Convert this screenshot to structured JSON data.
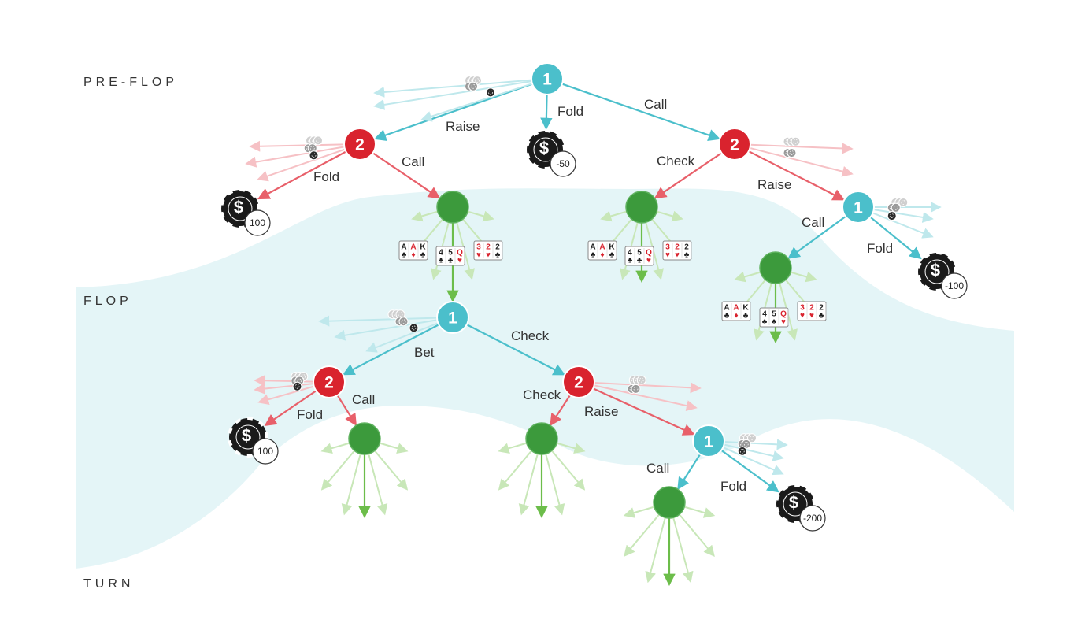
{
  "stages": [
    {
      "id": "preflop",
      "label": "PRE-FLOP"
    },
    {
      "id": "flop",
      "label": "FLOP"
    },
    {
      "id": "turn",
      "label": "TURN"
    }
  ],
  "colors": {
    "player1": "#4bbfcb",
    "player2": "#d9232e",
    "chance": "#3c9a3c",
    "chip": "#1a1a1a",
    "band": "#e4f5f7",
    "edge1": "#4bbfcb",
    "edge2": "#e8606a",
    "edgeChance": "#6cbd4a"
  },
  "nodes": [
    {
      "id": "p1a",
      "type": "player",
      "player": "1"
    },
    {
      "id": "p2a",
      "type": "player",
      "player": "2"
    },
    {
      "id": "p2b",
      "type": "player",
      "player": "2"
    },
    {
      "id": "p1b",
      "type": "player",
      "player": "1"
    },
    {
      "id": "c1",
      "type": "chance"
    },
    {
      "id": "c2",
      "type": "chance"
    },
    {
      "id": "c3",
      "type": "chance"
    },
    {
      "id": "p1c",
      "type": "player",
      "player": "1"
    },
    {
      "id": "p2c",
      "type": "player",
      "player": "2"
    },
    {
      "id": "p2d",
      "type": "player",
      "player": "2"
    },
    {
      "id": "p1d",
      "type": "player",
      "player": "1"
    },
    {
      "id": "c4",
      "type": "chance"
    },
    {
      "id": "c5",
      "type": "chance"
    },
    {
      "id": "c6",
      "type": "chance"
    },
    {
      "id": "t1",
      "type": "terminal",
      "payoff": "-50"
    },
    {
      "id": "t2",
      "type": "terminal",
      "payoff": "100"
    },
    {
      "id": "t3",
      "type": "terminal",
      "payoff": "-100"
    },
    {
      "id": "t4",
      "type": "terminal",
      "payoff": "100"
    },
    {
      "id": "t5",
      "type": "terminal",
      "payoff": "-200"
    }
  ],
  "edges": [
    {
      "from": "p1a",
      "to": "p2a",
      "label": "Raise"
    },
    {
      "from": "p1a",
      "to": "t1",
      "label": "Fold"
    },
    {
      "from": "p1a",
      "to": "p2b",
      "label": "Call"
    },
    {
      "from": "p2a",
      "to": "t2",
      "label": "Fold"
    },
    {
      "from": "p2a",
      "to": "c1",
      "label": "Call"
    },
    {
      "from": "p2b",
      "to": "c2",
      "label": "Check"
    },
    {
      "from": "p2b",
      "to": "p1b",
      "label": "Raise"
    },
    {
      "from": "p1b",
      "to": "c3",
      "label": "Call"
    },
    {
      "from": "p1b",
      "to": "t3",
      "label": "Fold"
    },
    {
      "from": "c1",
      "to": "p1c",
      "label": ""
    },
    {
      "from": "p1c",
      "to": "p2c",
      "label": "Bet"
    },
    {
      "from": "p1c",
      "to": "p2d",
      "label": "Check"
    },
    {
      "from": "p2c",
      "to": "t4",
      "label": "Fold"
    },
    {
      "from": "p2c",
      "to": "c4",
      "label": "Call"
    },
    {
      "from": "p2d",
      "to": "c5",
      "label": "Check"
    },
    {
      "from": "p2d",
      "to": "p1d",
      "label": "Raise"
    },
    {
      "from": "p1d",
      "to": "c6",
      "label": "Call"
    },
    {
      "from": "p1d",
      "to": "t5",
      "label": "Fold"
    }
  ],
  "cards": [
    {
      "ranks": [
        "A",
        "A",
        "K"
      ],
      "suits": [
        "♣",
        "♦",
        "♣"
      ]
    },
    {
      "ranks": [
        "4",
        "5",
        "Q"
      ],
      "suits": [
        "♣",
        "♣",
        "♥"
      ]
    },
    {
      "ranks": [
        "3",
        "2",
        "2"
      ],
      "suits": [
        "♥",
        "♥",
        "♣"
      ]
    }
  ],
  "icons": {
    "chip": "poker-chip-icon",
    "card": "playing-card-icon"
  }
}
